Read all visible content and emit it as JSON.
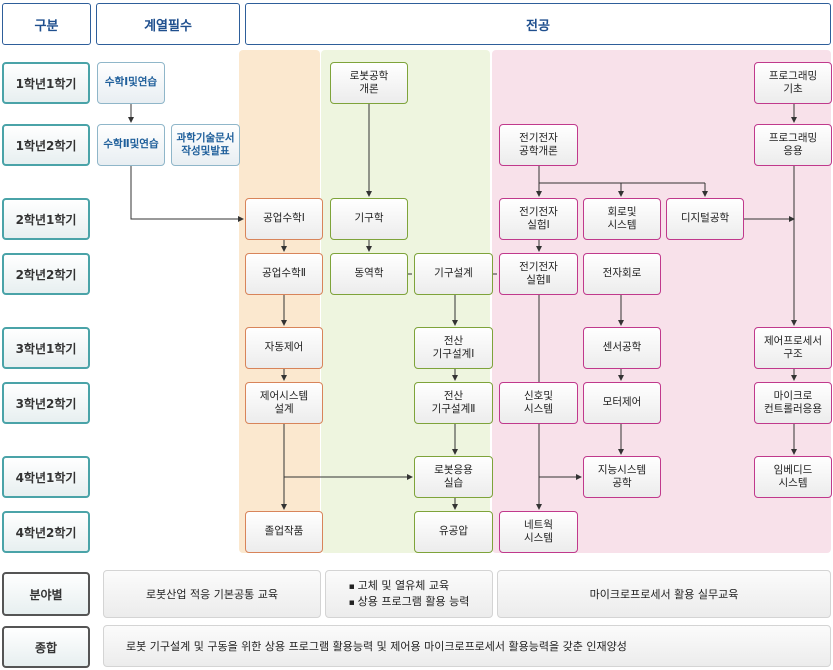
{
  "headers": {
    "category": "구분",
    "required": "계열필수",
    "major": "전공"
  },
  "years": [
    "1학년1학기",
    "1학년2학기",
    "2학년1학기",
    "2학년2학기",
    "3학년1학기",
    "3학년2학기",
    "4학년1학기",
    "4학년2학기"
  ],
  "courses": {
    "math1": "수학Ⅰ및연습",
    "math2": "수학Ⅱ및연습",
    "sci_writing": "과학기술문서\n작성및발표",
    "eng_math1": "공업수학Ⅰ",
    "eng_math2": "공업수학Ⅱ",
    "auto_control": "자동제어",
    "control_system": "제어시스템\n설계",
    "capstone": "졸업작품",
    "robot_intro": "로봇공학\n개론",
    "mechanism": "기구학",
    "dynamics": "동역학",
    "machine_design": "기구설계",
    "cad1": "전산\n기구설계Ⅰ",
    "cad2": "전산\n기구설계Ⅱ",
    "robot_lab": "로봇응용\n실습",
    "hydraulics": "유공압",
    "ee_intro": "전기전자\n공학개론",
    "ee_lab1": "전기전자\n실험Ⅰ",
    "ee_lab2": "전기전자\n실험Ⅱ",
    "signals": "신호및\n시스템",
    "network": "네트웍\n시스템",
    "circuits": "회로및\n시스템",
    "electronic_circuits": "전자회로",
    "sensors": "센서공학",
    "motor_control": "모터제어",
    "intelligent": "지능시스템\n공학",
    "digital": "디지털공학",
    "prog_basic": "프로그래밍\n기초",
    "prog_app": "프로그래밍\n응용",
    "microprocessor": "제어프로세서\n구조",
    "microcontroller": "마이크로\n컨트롤러응용",
    "embedded": "임베디드\n시스템"
  },
  "field": {
    "label": "분야별",
    "left": "로봇산업 적응 기본공통 교육",
    "middle": [
      "고체 및 열유체 교육",
      "상용 프로그램 활용 능력"
    ],
    "right": "마이크로프로세서 활용 실무교육"
  },
  "overall": {
    "label": "종합",
    "text": "로봇 기구설계 및 구동을 위한 상용 프로그램 활용능력 및 제어용 마이크로프로세서 활용능력을 갖춘 인재양성"
  },
  "colors": {
    "header_border": "#2e5e9a",
    "row_border": "#4aa3a8",
    "zone_orange": "#fbe8cf",
    "zone_green": "#eef5df",
    "zone_pink": "#f8e1ea",
    "box_orange": "#d8845a",
    "box_green": "#7ea33a",
    "box_pink": "#c0398c"
  }
}
